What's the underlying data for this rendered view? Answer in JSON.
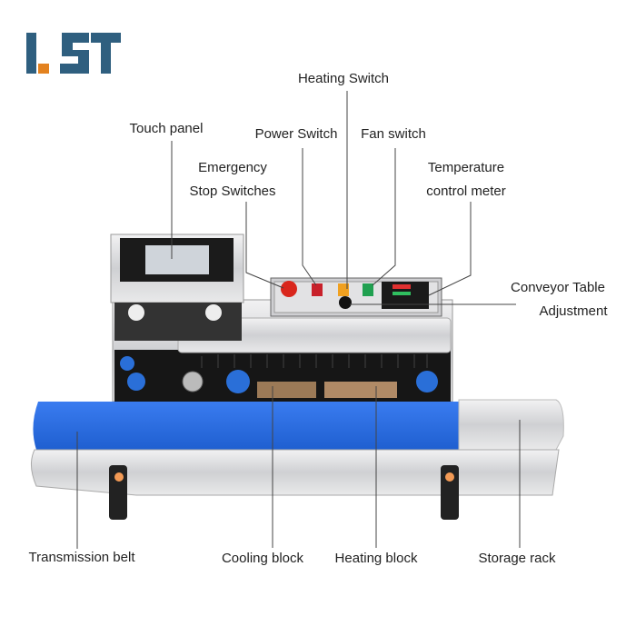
{
  "logo": {
    "text": "LST",
    "colors": {
      "blue": "#2f5f7f",
      "orange": "#e3821f"
    }
  },
  "labels": {
    "heating_switch": "Heating Switch",
    "touch_panel": "Touch panel",
    "power_switch": "Power Switch",
    "fan_switch": "Fan switch",
    "emergency_1": "Emergency",
    "emergency_2": "Stop Switches",
    "temperature_1": "Temperature",
    "temperature_2": "control meter",
    "conveyor_1": "Conveyor Table",
    "conveyor_2": "Adjustment",
    "transmission_belt": "Transmission belt",
    "cooling_block": "Cooling block",
    "heating_block": "Heating block",
    "storage_rack": "Storage rack"
  },
  "colors": {
    "belt": "#2f6ee0",
    "steel": "#d8d9dc",
    "dark": "#1a1a1a",
    "line": "#444444"
  }
}
